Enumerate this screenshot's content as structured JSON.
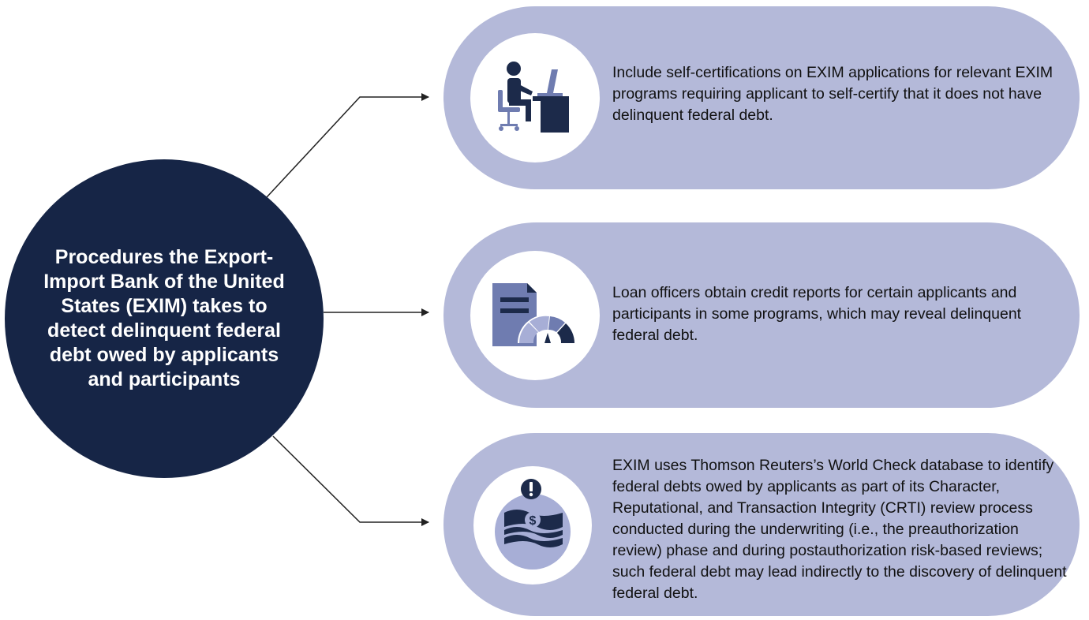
{
  "hub": {
    "title": "Procedures the Export-Import Bank of the United States (EXIM) takes to detect delinquent federal debt owed by applicants and participants"
  },
  "procedures": [
    {
      "icon": "person-at-computer-icon",
      "text": "Include self-certifications on EXIM applications for relevant EXIM programs requiring applicant to self-certify that it does not have delinquent federal debt."
    },
    {
      "icon": "credit-report-gauge-icon",
      "text": "Loan officers obtain credit reports for certain applicants and participants in some programs, which may reveal delinquent federal debt."
    },
    {
      "icon": "money-alert-icon",
      "text": "EXIM uses Thomson Reuters’s World Check database to identify federal debts owed by applicants as part of its Character, Reputational, and Transaction Integrity (CRTI) review process conducted during the underwriting (i.e., the preauthorization review) phase and during postauthorization risk-based reviews; such federal debt may lead indirectly to the discovery of delinquent federal debt."
    }
  ],
  "colors": {
    "hub": "#162546",
    "pill": "#b4b9d9",
    "icon_dark": "#1c2a4a",
    "icon_mid": "#6f7cb0",
    "icon_light": "#a7aed6",
    "connector": "#222222"
  }
}
